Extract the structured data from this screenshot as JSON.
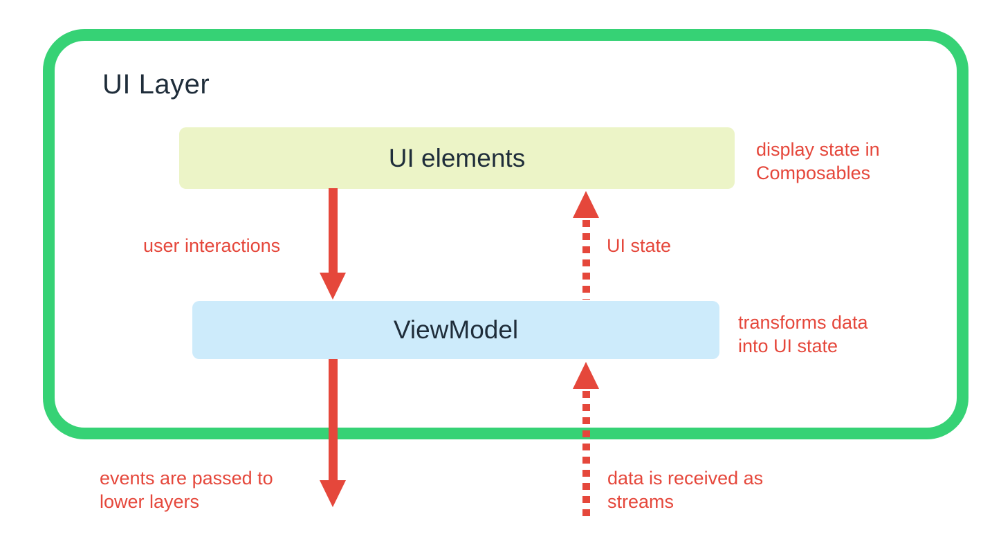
{
  "title": "UI Layer",
  "colors": {
    "green": "#36d275",
    "red": "#e5473b",
    "navy": "#1f2d3a",
    "yellow-box": "#ecf4c7",
    "blue-box": "#cdebfb",
    "bg": "#ffffff"
  },
  "boxes": {
    "ui_elements": {
      "label": "UI elements",
      "annotation": "display state in\nComposables"
    },
    "view_model": {
      "label": "ViewModel",
      "annotation": "transforms data\ninto UI state"
    }
  },
  "arrows": [
    {
      "id": "user-interactions",
      "label": "user interactions",
      "style": "solid",
      "direction": "down",
      "from": "UI elements",
      "to": "ViewModel"
    },
    {
      "id": "ui-state",
      "label": "UI state",
      "style": "dotted",
      "direction": "up",
      "from": "ViewModel",
      "to": "UI elements"
    },
    {
      "id": "events-lower-layers",
      "label": "events are passed to\nlower layers",
      "style": "solid",
      "direction": "down",
      "from": "ViewModel",
      "to": "lower layers"
    },
    {
      "id": "data-streams",
      "label": "data is received as\nstreams",
      "style": "dotted",
      "direction": "up",
      "from": "lower layers",
      "to": "ViewModel"
    }
  ]
}
